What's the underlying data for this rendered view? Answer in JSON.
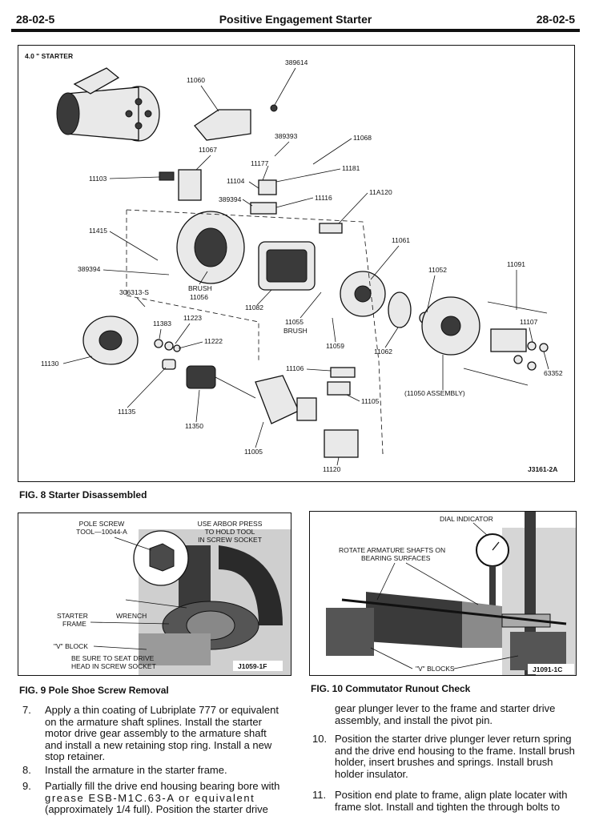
{
  "header": {
    "page_left": "28-02-5",
    "title": "Positive Engagement Starter",
    "page_right": "28-02-5"
  },
  "fig8": {
    "section_label": "4.0 \" STARTER",
    "ref_code": "J3161-2A",
    "caption": "FIG. 8 Starter Disassembled",
    "labels": {
      "p389614": "389614",
      "p11060": "11060",
      "p389393": "389393",
      "p11068": "11068",
      "p11067": "11067",
      "p11181": "11181",
      "p11177": "11177",
      "p11103": "11103",
      "p11104": "11104",
      "p11A120": "11A120",
      "p389394a": "389394",
      "p11116": "11116",
      "p11415": "11415",
      "p11061": "11061",
      "p389394b": "389394",
      "p11052": "11052",
      "p11091": "11091",
      "brush1": "BRUSH",
      "p11056": "11056",
      "p306313": "306313-S",
      "p11082": "11082",
      "p11055": "11055",
      "brush2": "BRUSH",
      "p11383": "11383",
      "p11223": "11223",
      "p11107": "11107",
      "p11222": "11222",
      "p11059": "11059",
      "p11062": "11062",
      "p11130": "11130",
      "p63352": "63352",
      "p11106": "11106",
      "p11105": "11105",
      "assembly": "(11050 ASSEMBLY)",
      "p11135": "11135",
      "p11350": "11350",
      "p11005": "11005",
      "p11120": "11120"
    }
  },
  "fig9": {
    "caption": "FIG. 9 Pole Shoe Screw Removal",
    "ref_code": "J1059-1F",
    "labels": {
      "pole_screw_1": "POLE SCREW",
      "pole_screw_2": "TOOL—10044-A",
      "arbor_1": "USE ARBOR PRESS",
      "arbor_2": "TO HOLD TOOL",
      "arbor_3": "IN SCREW SOCKET",
      "starter_1": "STARTER",
      "starter_2": "FRAME",
      "wrench": "WRENCH",
      "vblock": "\"V\" BLOCK",
      "seat_1": "BE SURE TO SEAT DRIVE",
      "seat_2": "HEAD IN SCREW SOCKET"
    }
  },
  "fig10": {
    "caption": "FIG. 10 Commutator Runout Check",
    "ref_code": "J1091-1C",
    "labels": {
      "dial": "DIAL INDICATOR",
      "rotate_1": "ROTATE ARMATURE SHAFTS ON",
      "rotate_2": "BEARING SURFACES",
      "vblocks": "\"V\" BLOCKS"
    }
  },
  "left_steps": [
    {
      "num": "7.",
      "lines": [
        "Apply a thin coating of Lubriplate 777 or equivalent",
        "on the armature shaft splines. Install the starter",
        "motor drive gear assembly to the armature shaft",
        "and install a new retaining stop ring. Install a new",
        "stop retainer."
      ]
    },
    {
      "num": "8.",
      "lines": [
        "Install the armature in the starter frame."
      ]
    },
    {
      "num": "9.",
      "lines": [
        "Partially fill the drive end housing bearing bore with",
        "grease ESB-M1C.63-A or equivalent",
        "(approximately 1/4 full). Position the starter drive"
      ]
    }
  ],
  "right_steps": [
    {
      "num": "",
      "lines": [
        "gear plunger lever to the frame and starter drive",
        "assembly, and install the pivot pin."
      ]
    },
    {
      "num": "10.",
      "lines": [
        "Position the starter drive plunger lever return spring",
        "and the drive end housing to the frame. Install brush",
        "holder, insert brushes and springs. Install brush",
        "holder insulator."
      ]
    },
    {
      "num": "11.",
      "lines": [
        "Position end plate to frame, align plate locater with",
        "frame slot. Install and tighten the through bolts to"
      ]
    }
  ]
}
